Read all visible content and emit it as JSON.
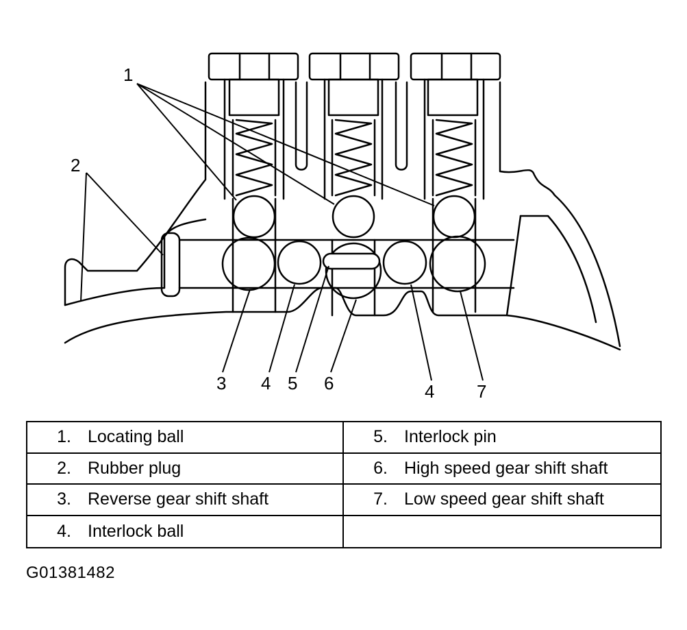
{
  "callouts": [
    "1",
    "2",
    "3",
    "4",
    "5",
    "6",
    "4",
    "7"
  ],
  "legend": {
    "left": [
      {
        "num": "1.",
        "text": "Locating ball"
      },
      {
        "num": "2.",
        "text": "Rubber plug"
      },
      {
        "num": "3.",
        "text": "Reverse gear shift shaft"
      },
      {
        "num": "4.",
        "text": "Interlock ball"
      }
    ],
    "right": [
      {
        "num": "5.",
        "text": "Interlock pin"
      },
      {
        "num": "6.",
        "text": "High speed gear shift shaft"
      },
      {
        "num": "7.",
        "text": "Low speed gear shift shaft"
      },
      {
        "num": "",
        "text": ""
      }
    ]
  },
  "figure_id": "G01381482"
}
